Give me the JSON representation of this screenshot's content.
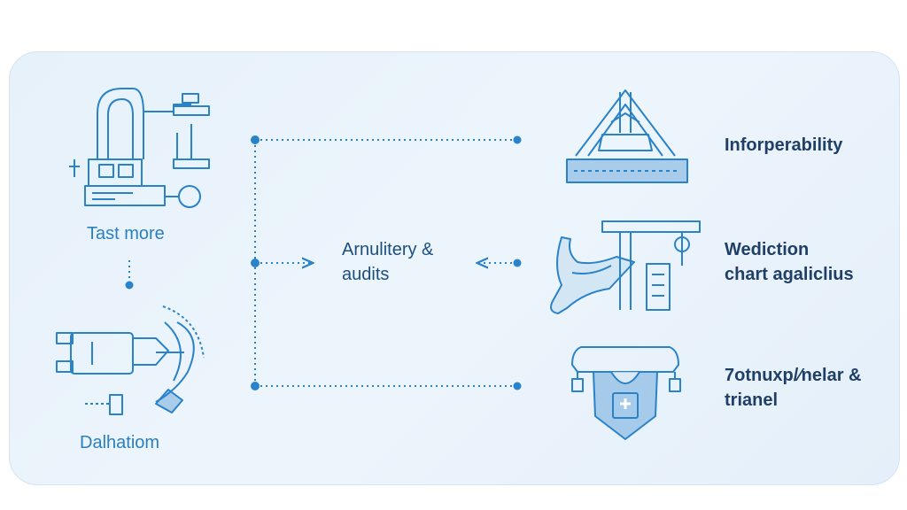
{
  "colors": {
    "panel_bg": "#e9f3fb",
    "line": "#2a82c8",
    "icon_stroke": "#2a82c8",
    "label_left": "#2a7fc0",
    "label_center": "#1c4f80",
    "label_right": "#1f3f66"
  },
  "left": {
    "top_label": "Tast more",
    "bottom_label": "Dalhatiom",
    "top_icon": "lab-equipment-icon",
    "bottom_icon": "cable-plug-icon"
  },
  "center": {
    "line1": "Arnulitery &",
    "line2": "audits"
  },
  "right": {
    "items": [
      {
        "icon": "robotic-arm-icon",
        "line1": "Inforperability",
        "line2": ""
      },
      {
        "icon": "prosthetic-device-icon",
        "line1": "Wediction",
        "line2": "chart agaliclius"
      },
      {
        "icon": "medical-shield-icon",
        "line1": "7otnuxp/⁄nelar &",
        "line2": "trianel"
      }
    ]
  }
}
